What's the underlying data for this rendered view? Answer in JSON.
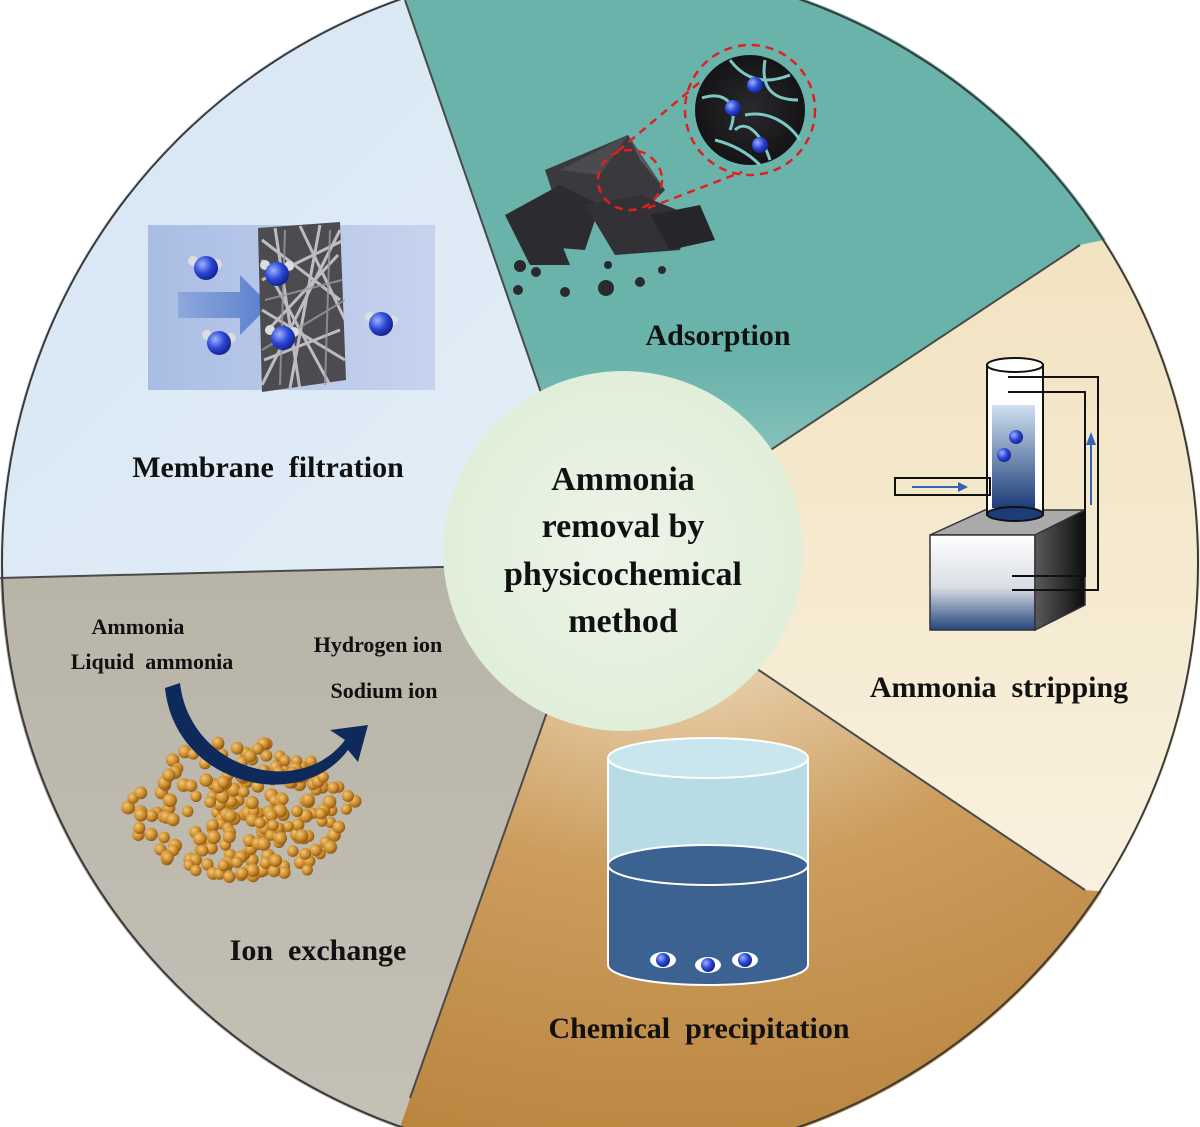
{
  "center": {
    "lines": [
      "Ammonia",
      "removal by",
      "physicochemical",
      "method"
    ]
  },
  "segments": {
    "adsorption": {
      "label": "Adsorption",
      "color": "#6ab3ab"
    },
    "stripping": {
      "label": "Ammonia  stripping",
      "color": "#f5e9cf"
    },
    "precipitation": {
      "label": "Chemical  precipitation",
      "color": "#c3914c"
    },
    "ion_exchange": {
      "label": "Ion  exchange",
      "color": "#bdb9ae",
      "input_labels": [
        "Ammonia",
        "Liquid  ammonia"
      ],
      "output_labels": [
        "Hydrogen ion",
        "Sodium ion"
      ]
    },
    "membrane": {
      "label": "Membrane  filtration",
      "color": "#dce9f4"
    }
  },
  "colors": {
    "outline": "#3a3a3a",
    "center_fill": "#e3eedd",
    "molecule": "#2a46d6",
    "bead": "#c98a2a",
    "arrow": "#0e2a5a",
    "water": "#3c6291",
    "tank_top": "#b8dce6",
    "rock": "#2f2f33",
    "dash": "#e02020"
  }
}
